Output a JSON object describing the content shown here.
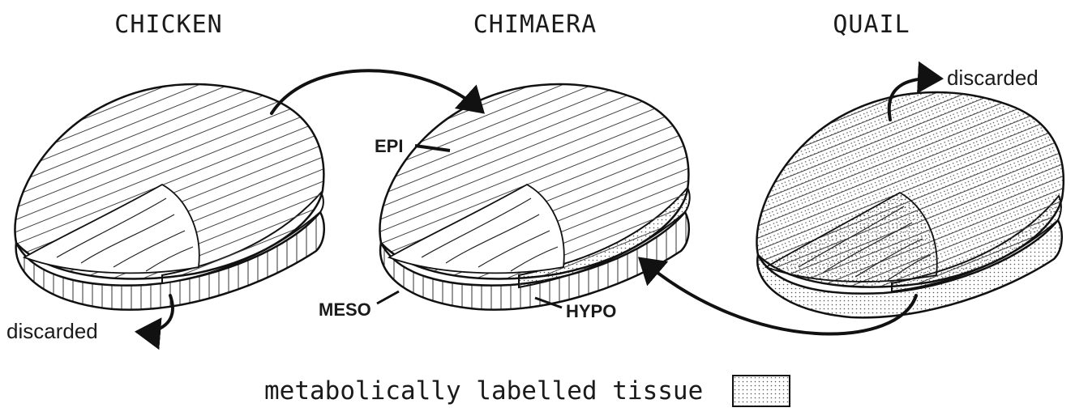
{
  "titles": {
    "chicken": "CHICKEN",
    "chimaera": "CHIMAERA",
    "quail": "QUAIL"
  },
  "labels": {
    "discarded_quail": "discarded",
    "discarded_chicken": "discarded",
    "epi": "EPI",
    "meso": "MESO",
    "hypo": "HYPO"
  },
  "legend": {
    "text": "metabolically labelled tissue"
  },
  "icons": {
    "transfer_arrow": "curved-arrow",
    "discard_arrow": "curved-arrow"
  }
}
